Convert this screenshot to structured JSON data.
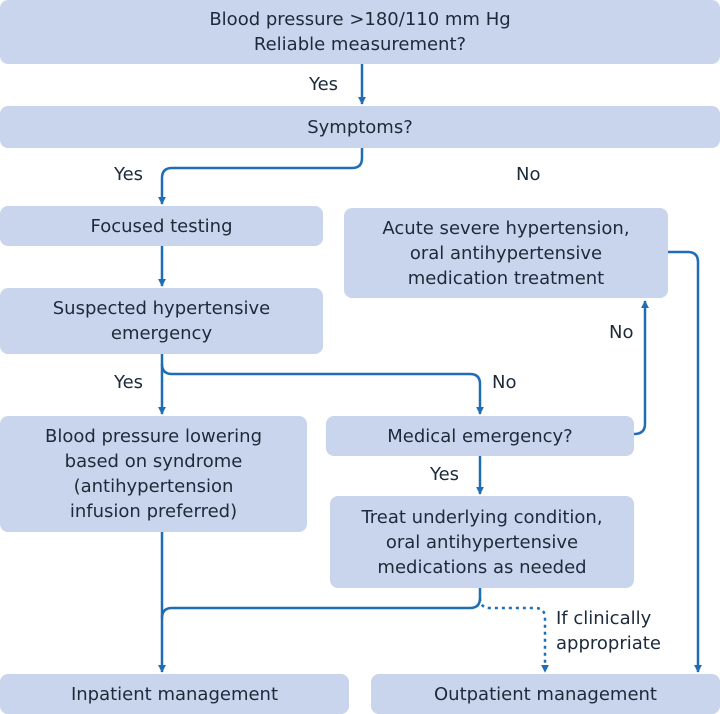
{
  "boxes": {
    "bp_check": [
      "Blood pressure >180/110 mm Hg",
      "Reliable measurement?"
    ],
    "symptoms": [
      "Symptoms?"
    ],
    "focused_testing": [
      "Focused testing"
    ],
    "suspected_emergency": [
      "Suspected hypertensive",
      "emergency"
    ],
    "acute_severe": [
      "Acute severe hypertension,",
      "oral antihypertensive",
      "medication treatment"
    ],
    "bp_lowering": [
      "Blood pressure lowering",
      "based on syndrome",
      "(antihypertension",
      "infusion preferred)"
    ],
    "medical_emergency": [
      "Medical emergency?"
    ],
    "treat_underlying": [
      "Treat underlying condition,",
      "oral  antihypertensive",
      "medications as needed"
    ],
    "inpatient": [
      "Inpatient management"
    ],
    "outpatient": [
      "Outpatient management"
    ]
  },
  "labels": {
    "yes_reliable": "Yes",
    "yes_symptoms": "Yes",
    "no_symptoms": "No",
    "no_acute": "No",
    "yes_suspected": "Yes",
    "no_suspected": "No",
    "yes_medical": "Yes",
    "if_clinically": [
      "If clinically",
      "appropriate"
    ]
  },
  "colors": {
    "box_fill": "#c9d5ec",
    "arrow": "#1f6db5",
    "text": "#1c2a3a"
  }
}
